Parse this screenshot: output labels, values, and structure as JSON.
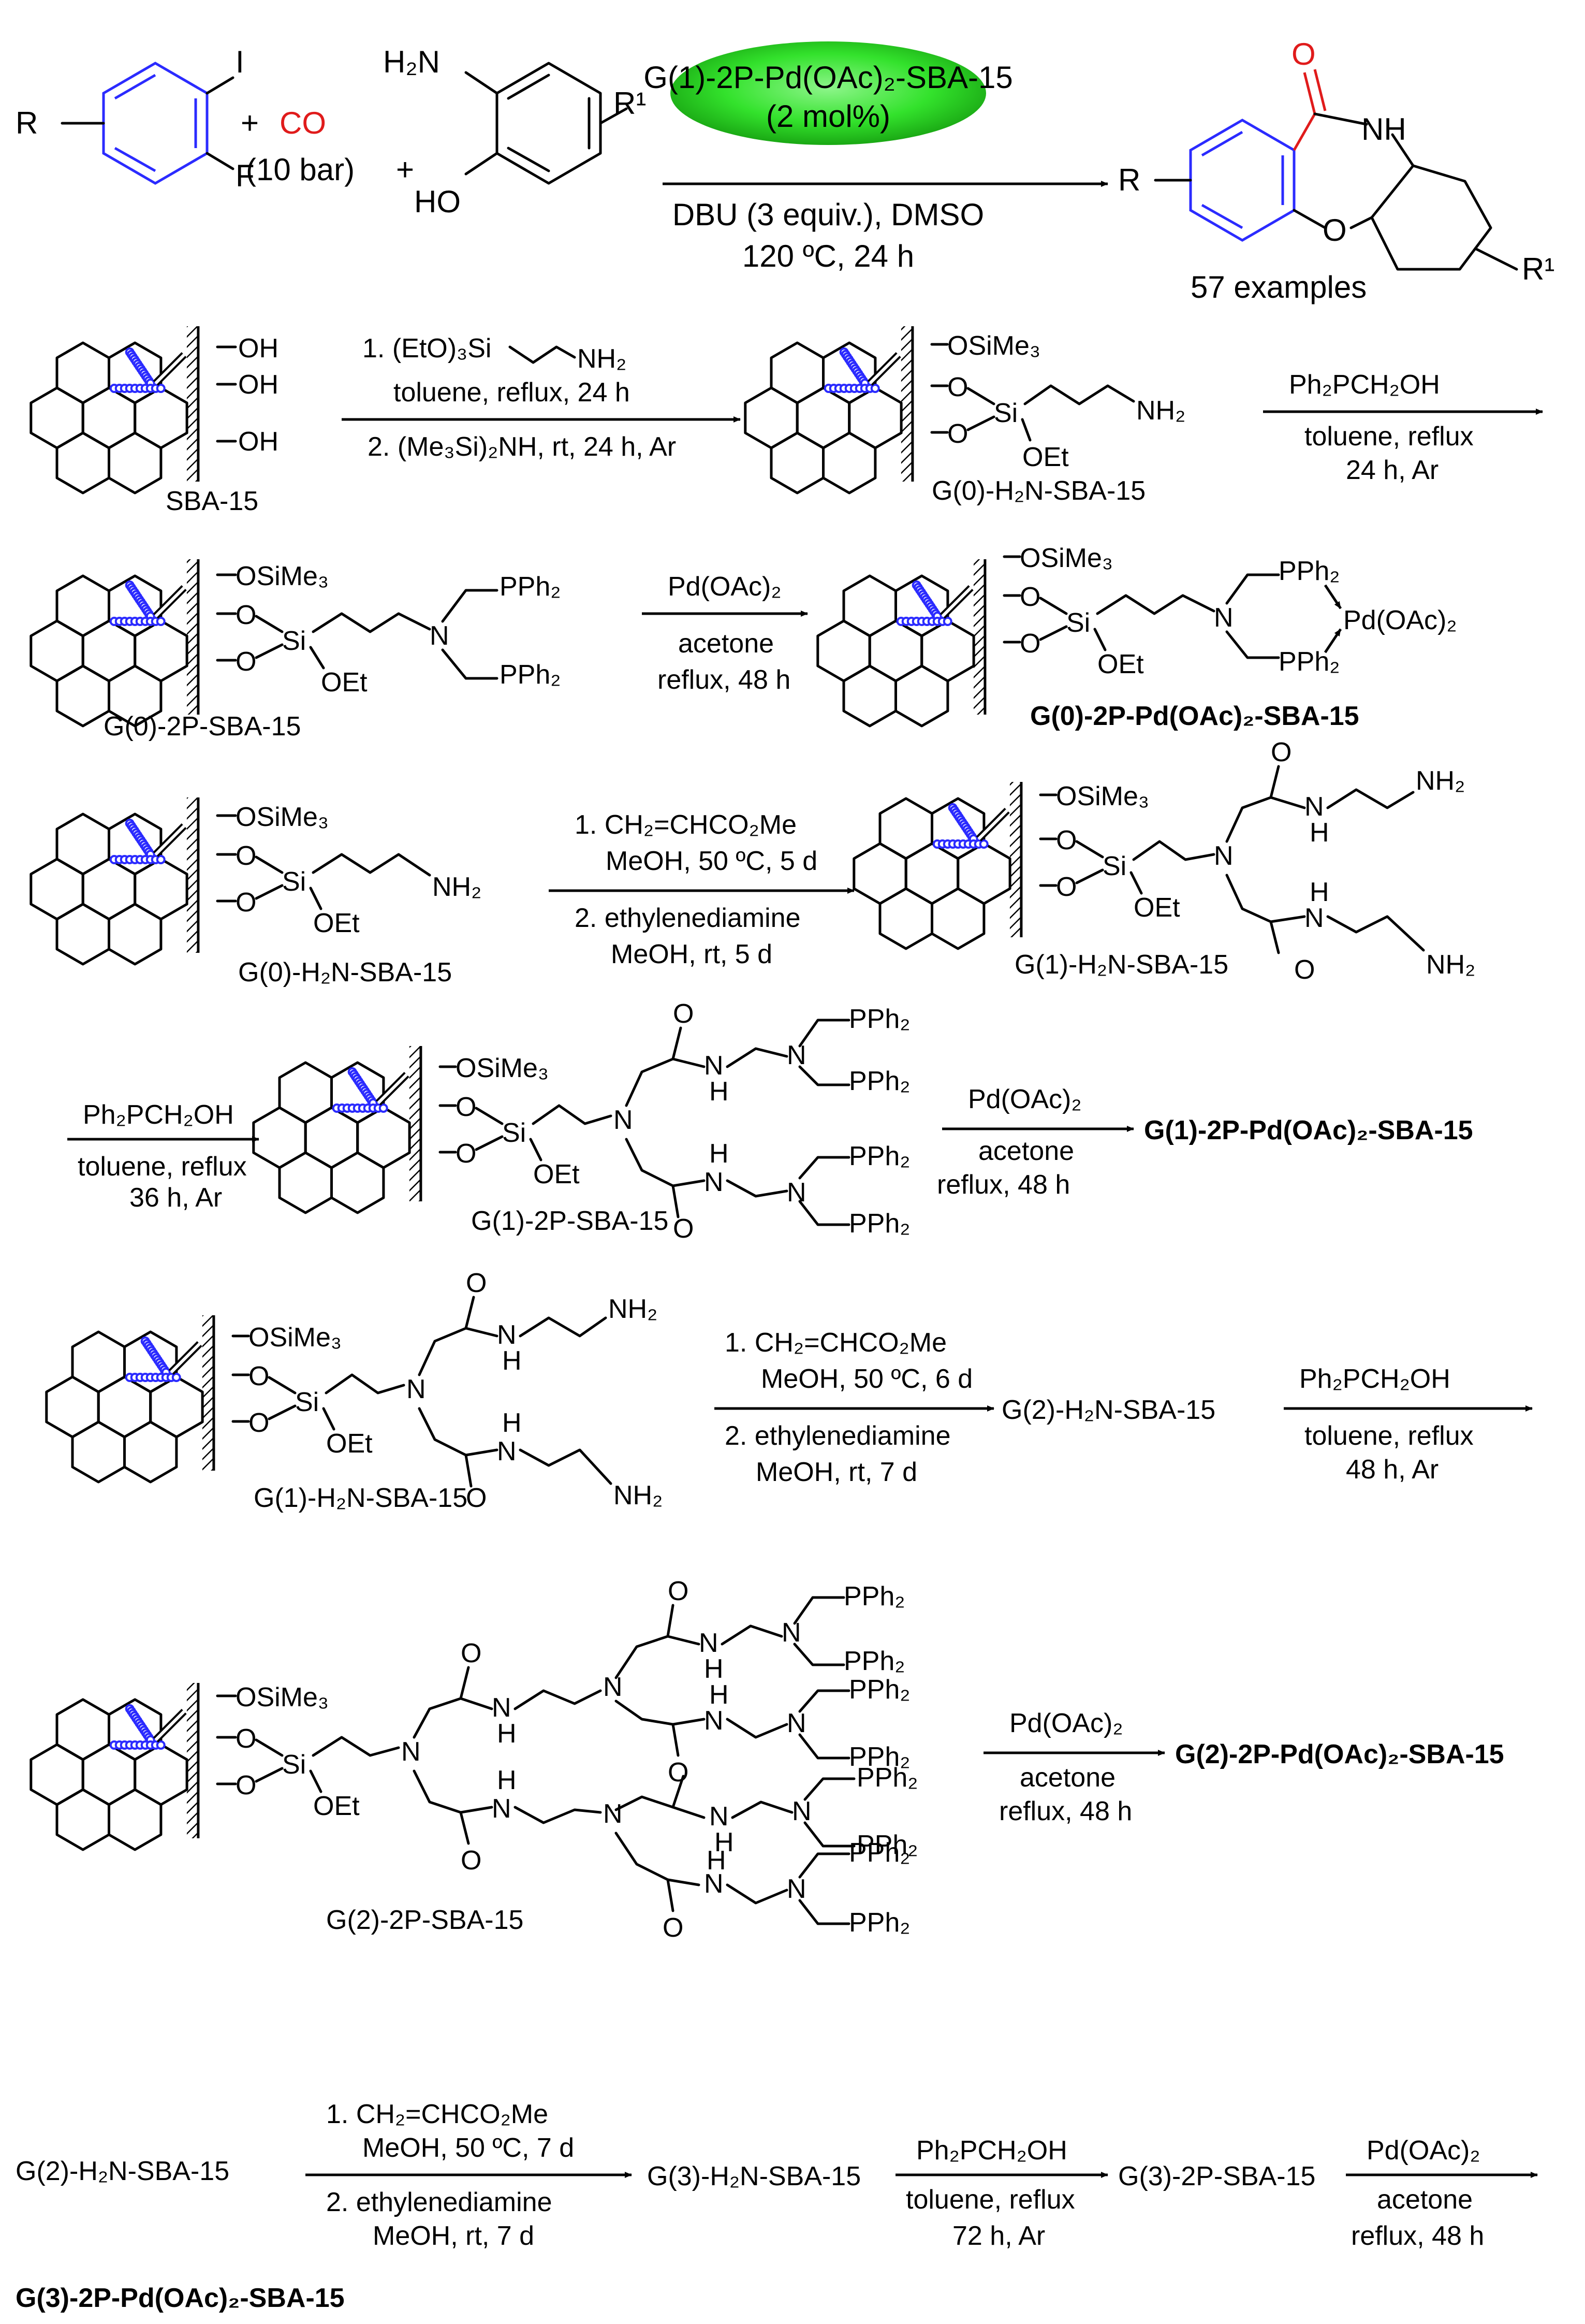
{
  "colors": {
    "reagent_blue": "#2b2bff",
    "co_red": "#e01b1b",
    "catalyst_green": "#22e01b",
    "pore_dot_blue": "#2b2bff"
  },
  "top": {
    "R": "R",
    "I": "I",
    "F": "F",
    "plus1": "+",
    "CO": "CO",
    "co_pressure": "(10 bar)",
    "plus2": "+",
    "H2N": "H₂N",
    "HO": "HO",
    "R1": "R¹",
    "catalyst": "G(1)-2P-Pd(OAc)₂-SBA-15",
    "catalyst_loading": "(2 mol%)",
    "cond1": "DBU (3 equiv.), DMSO",
    "cond2": "120 ºC, 24 h",
    "prod_O": "O",
    "prod_NH": "NH",
    "prod_ring_O": "O",
    "prod_R": "R",
    "prod_R1": "R¹",
    "examples": "57 examples"
  },
  "common": {
    "OH": "OH",
    "OSiMe3": "OSiMe₃",
    "O": "O",
    "Si": "Si",
    "OEt": "OEt",
    "NH2": "NH₂",
    "N": "N",
    "H": "H",
    "PPh2": "PPh₂",
    "PdOAc2": "Pd(OAc)₂"
  },
  "row1": {
    "sba_label": "SBA-15",
    "step1": "1. (EtO)₃Si",
    "step1_nh2": "NH₂",
    "step1b": "toluene, reflux, 24 h",
    "step2": "2. (Me₃Si)₂NH, rt, 24 h, Ar",
    "prod_label": "G(0)-H₂N-SBA-15",
    "arrow2_top": "Ph₂PCH₂OH",
    "arrow2_b1": "toluene, reflux",
    "arrow2_b2": "24 h, Ar"
  },
  "row2": {
    "start_label": "G(0)-2P-SBA-15",
    "arrow_top": "Pd(OAc)₂",
    "arrow_b1": "acetone",
    "arrow_b2": "reflux, 48 h",
    "prod_label": "G(0)-2P-Pd(OAc)₂-SBA-15"
  },
  "row3": {
    "start_label": "G(0)-H₂N-SBA-15",
    "step1": "1. CH₂=CHCO₂Me",
    "step1b": "MeOH, 50 ºC, 5 d",
    "step2": "2. ethylenediamine",
    "step2b": "MeOH, rt, 5 d",
    "prod_label": "G(1)-H₂N-SBA-15"
  },
  "row4": {
    "arrow1_top": "Ph₂PCH₂OH",
    "arrow1_b1": "toluene, reflux",
    "arrow1_b2": "36 h, Ar",
    "mid_label": "G(1)-2P-SBA-15",
    "arrow2_top": "Pd(OAc)₂",
    "arrow2_b1": "acetone",
    "arrow2_b2": "reflux, 48 h",
    "prod_label": "G(1)-2P-Pd(OAc)₂-SBA-15"
  },
  "row5": {
    "start_label": "G(1)-H₂N-SBA-15",
    "step1": "1. CH₂=CHCO₂Me",
    "step1b": "MeOH, 50 ºC, 6 d",
    "step2": "2. ethylenediamine",
    "step2b": "MeOH, rt, 7 d",
    "mid_label": "G(2)-H₂N-SBA-15",
    "arrow2_top": "Ph₂PCH₂OH",
    "arrow2_b1": "toluene, reflux",
    "arrow2_b2": "48 h, Ar"
  },
  "row6": {
    "start_label": "G(2)-2P-SBA-15",
    "arrow_top": "Pd(OAc)₂",
    "arrow_b1": "acetone",
    "arrow_b2": "reflux, 48 h",
    "prod_label": "G(2)-2P-Pd(OAc)₂-SBA-15"
  },
  "row7": {
    "start": "G(2)-H₂N-SBA-15",
    "step1": "1. CH₂=CHCO₂Me",
    "step1b": "MeOH, 50 ºC, 7 d",
    "step2": "2. ethylenediamine",
    "step2b": "MeOH, rt, 7 d",
    "g3_h2n": "G(3)-H₂N-SBA-15",
    "arrow2_top": "Ph₂PCH₂OH",
    "arrow2_b1": "toluene, reflux",
    "arrow2_b2": "72 h, Ar",
    "g3_2p": "G(3)-2P-SBA-15",
    "arrow3_top": "Pd(OAc)₂",
    "arrow3_b1": "acetone",
    "arrow3_b2": "reflux, 48 h",
    "final": "G(3)-2P-Pd(OAc)₂-SBA-15"
  }
}
